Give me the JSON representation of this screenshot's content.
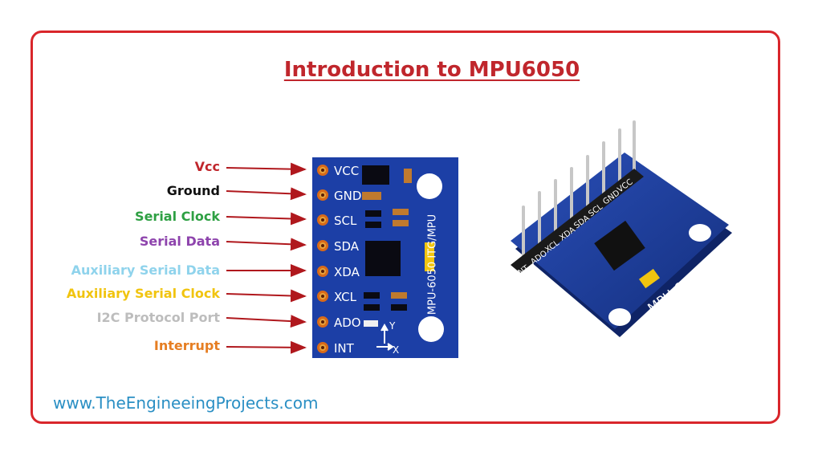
{
  "title": "Introduction to MPU6050",
  "pins": [
    {
      "label": "Vcc",
      "pin": "VCC",
      "color": "#c0262c"
    },
    {
      "label": "Ground",
      "pin": "GND",
      "color": "#111111"
    },
    {
      "label": "Serial Clock",
      "pin": "SCL",
      "color": "#2ea043"
    },
    {
      "label": "Serial Data",
      "pin": "SDA",
      "color": "#8e44ad"
    },
    {
      "label": "Auxiliary Serial Data",
      "pin": "XDA",
      "color": "#8fd3ec"
    },
    {
      "label": "Auxiliary Serial Clock",
      "pin": "XCL",
      "color": "#f1c40f"
    },
    {
      "label": "I2C Protocol Port",
      "pin": "ADO",
      "color": "#bdbdbd"
    },
    {
      "label": "Interrupt",
      "pin": "INT",
      "color": "#e67e22"
    }
  ],
  "board_text": "MPU-6050 ITG/MPU",
  "axis_x": "X",
  "axis_y": "Y",
  "photo": {
    "board_label": "MPU-6050",
    "pin_labels": [
      "VCC",
      "GND",
      "SCL",
      "SDA",
      "XDA",
      "XCL",
      "ADO",
      "INT"
    ]
  },
  "footer": "www.TheEngineeingProjects.com",
  "colors": {
    "frame": "#d9262b",
    "title": "#c0262c",
    "arrow": "#b0181d",
    "board": "#1c3fa6",
    "footer": "#2a8fc4"
  }
}
